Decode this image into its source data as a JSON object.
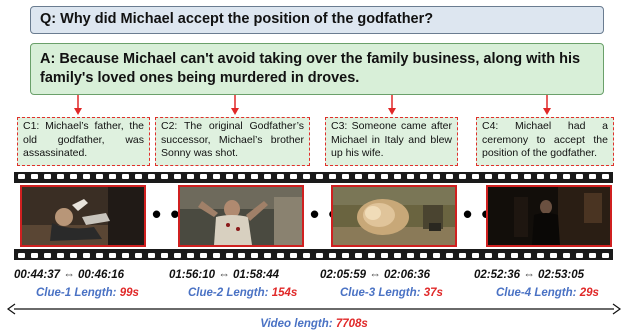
{
  "question": "Q: Why did Michael accept the position of the godfather?",
  "answer": "A: Because Michael can't avoid taking over the family business, along with his family's loved ones being murdered in droves.",
  "clues": [
    {
      "text": "C1: Michael’s father, the old godfather, was assassinated.",
      "start": "00:44:37",
      "end": "00:46:16",
      "length_label": "Clue-1 Length:",
      "length_value": "99s"
    },
    {
      "text": "C2: The original Godfather’s successor, Michael’s brother Sonny was shot.",
      "start": "01:56:10",
      "end": "01:58:44",
      "length_label": "Clue-2 Length:",
      "length_value": "154s"
    },
    {
      "text": "C3: Someone came after Michael in Italy and blew up his wife.",
      "start": "02:05:59",
      "end": "02:06:36",
      "length_label": "Clue-3 Length:",
      "length_value": "37s"
    },
    {
      "text": "C4: Michael had a ceremony to accept the position of the godfather.",
      "start": "02:52:36",
      "end": "02:53:05",
      "length_label": "Clue-4 Length:",
      "length_value": "29s"
    }
  ],
  "ellipsis": "• • •",
  "range_arrow": "⇔",
  "video_length_label": "Video length:",
  "video_length_value": "7708s",
  "colors": {
    "accent_red": "#e02828",
    "label_blue": "#4a72c4",
    "question_bg": "#dde6f0",
    "answer_bg": "#d8efd8",
    "clue_bg": "#dff1df"
  },
  "frames": [
    {
      "icon": "movie-frame-man-on-floor"
    },
    {
      "icon": "movie-frame-man-being-shot"
    },
    {
      "icon": "movie-frame-explosion"
    },
    {
      "icon": "movie-frame-dark-ceremony"
    }
  ]
}
